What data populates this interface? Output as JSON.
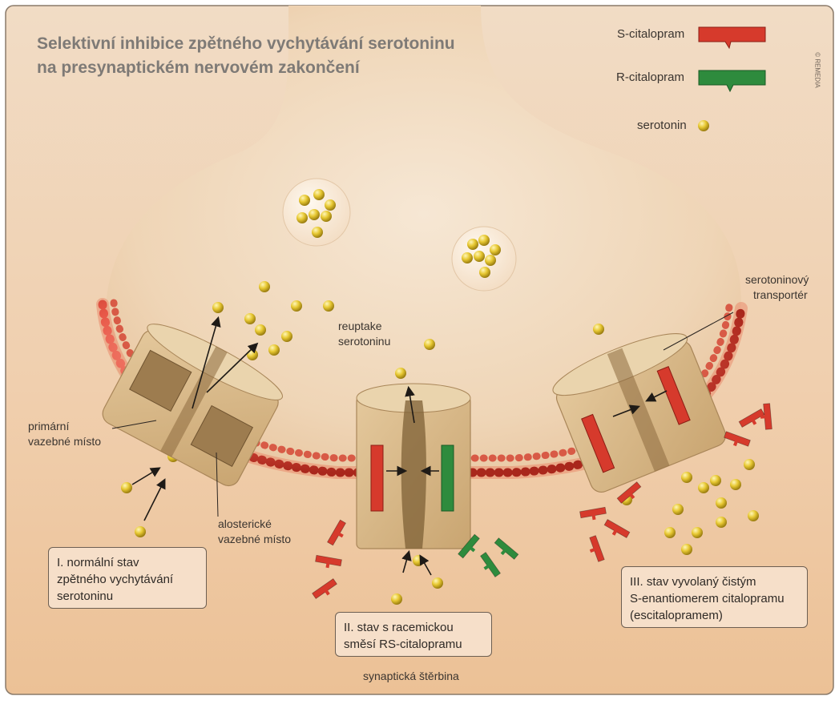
{
  "title": {
    "line1": "Selektivní inhibice zpětného vychytávání serotoninu",
    "line2": "na presynaptickém nervovém zakončení"
  },
  "legend": {
    "s_citalopram": "S-citalopram",
    "r_citalopram": "R-citalopram",
    "serotonin": "serotonin",
    "s_color": "#d63a2c",
    "r_color": "#2e8b3d",
    "serotonin_color": "#e2c22a"
  },
  "credit": "© REMEDIA",
  "labels": {
    "reuptake": [
      "reuptake",
      "serotoninu"
    ],
    "transporter": [
      "serotoninový",
      "transportér"
    ],
    "primary_site": [
      "primární",
      "vazebné místo"
    ],
    "allosteric_site": [
      "alosterické",
      "vazebné místo"
    ],
    "cleft": "synaptická štěrbina"
  },
  "boxes": {
    "state1": [
      "I. normální stav",
      "zpětného vychytávání",
      "serotoninu"
    ],
    "state2": [
      "II. stav s racemickou",
      "směsí RS-citalopramu"
    ],
    "state3": [
      "III. stav vyvolaný čistým",
      "S-enantiomerem citalopramu",
      "(escitalopramem)"
    ]
  }
}
